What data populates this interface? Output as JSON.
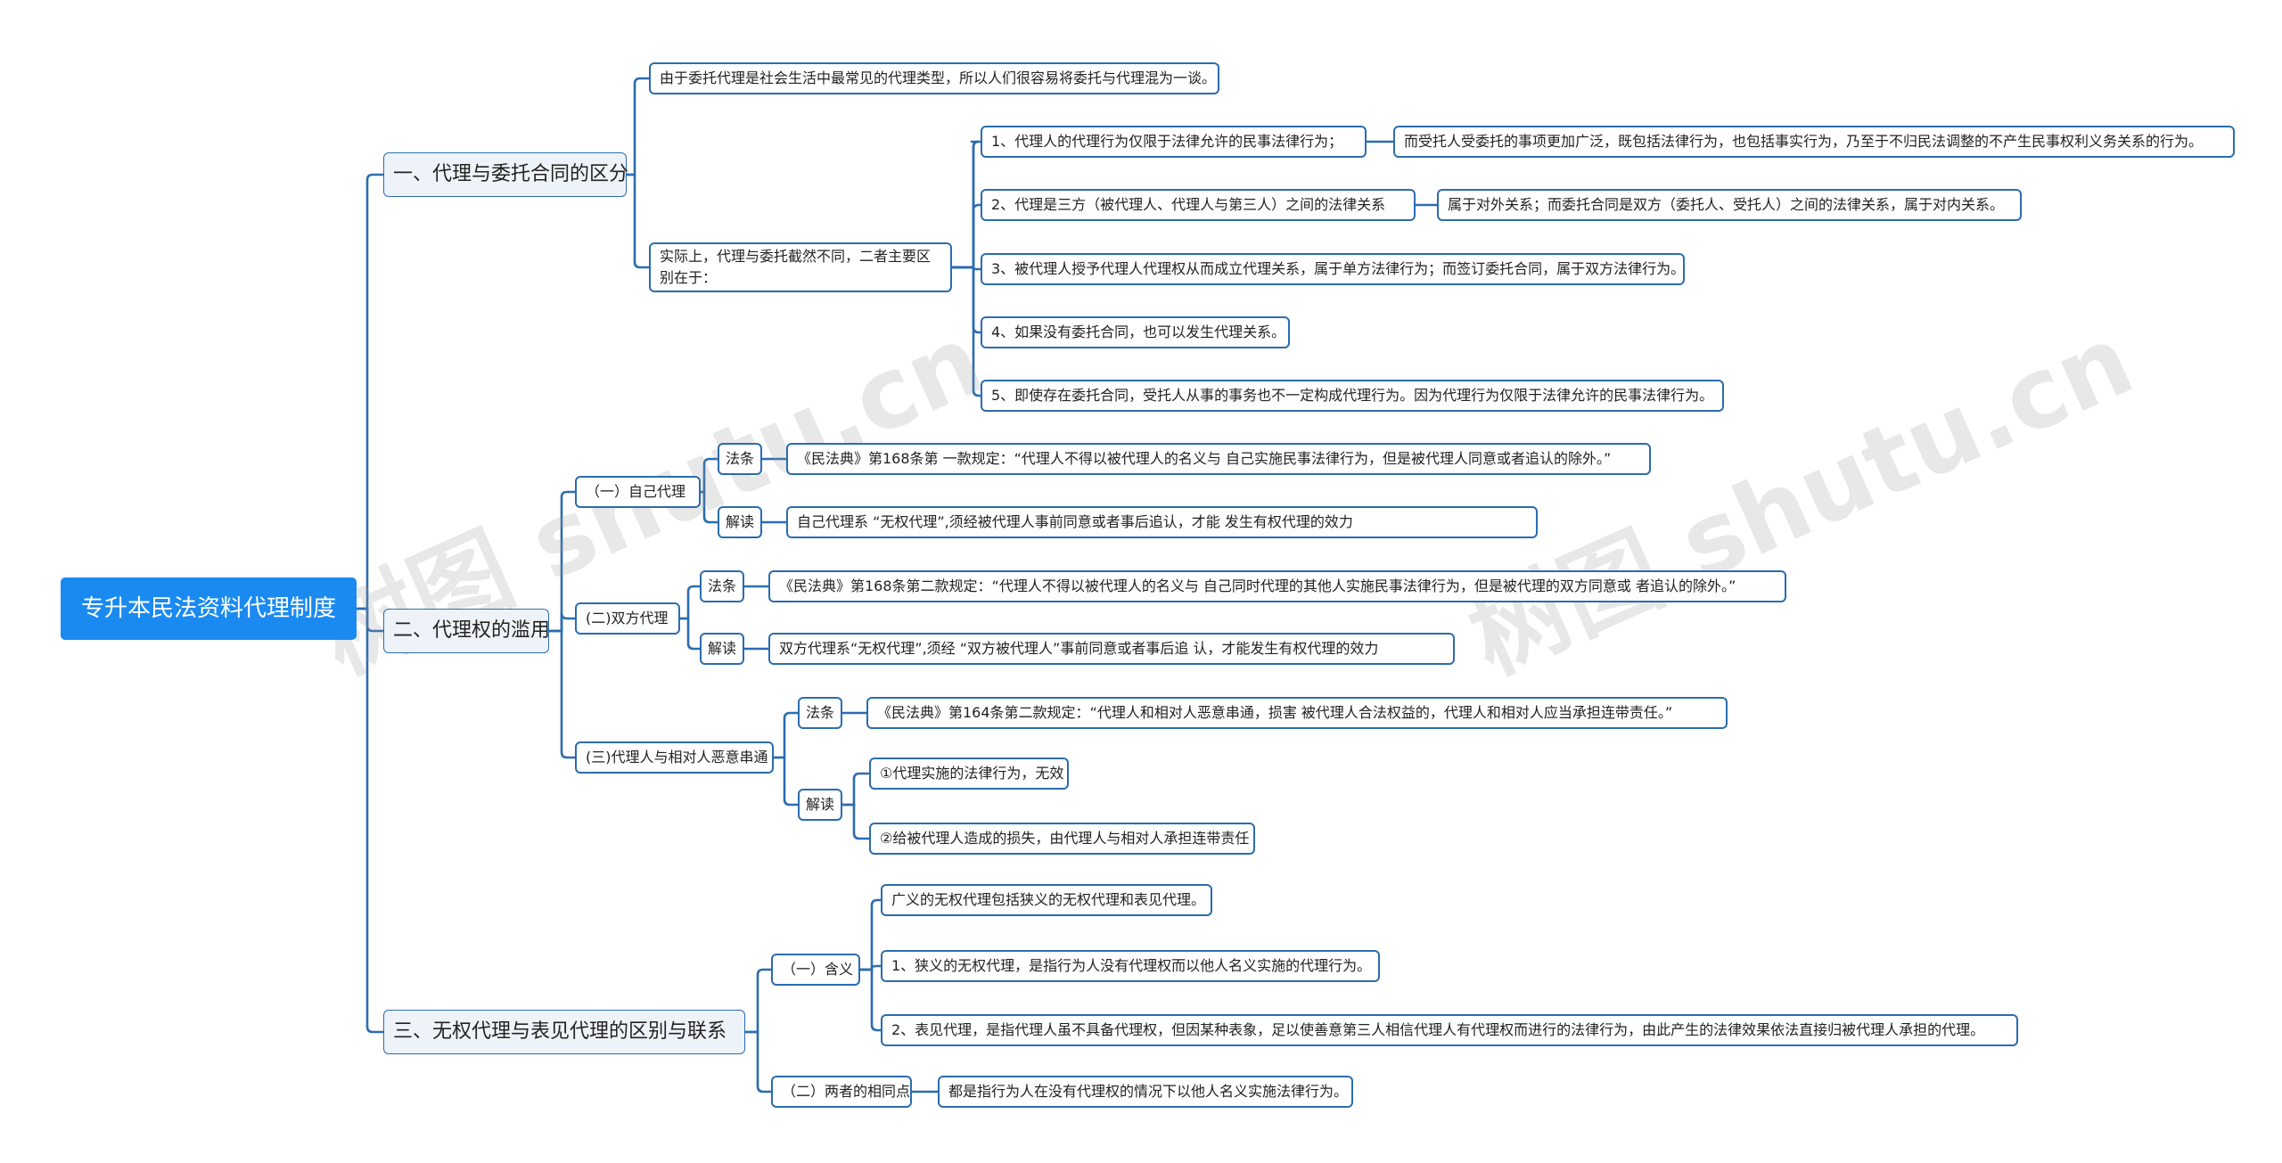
{
  "root": {
    "label": "专升本民法资料代理制度"
  },
  "watermark": "树图 shutu.cn",
  "colors": {
    "line": "#2b6cb0",
    "root_fill": "#1a8af0",
    "l1_fill": "#eef3f9"
  },
  "sections": {
    "s1": {
      "label": "一、代理与委托合同的区分",
      "intro": "由于委托代理是社会生活中最常见的代理类型，所以人们很容易将委托与代理混为一谈。",
      "diff_label": "实际上，代理与委托截然不同，二者主要区别在于：",
      "points": {
        "p1": "1、代理人的代理行为仅限于法律允许的民事法律行为；",
        "p1_note": "而受托人受委托的事项更加广泛，既包括法律行为，也包括事实行为，乃至于不归民法调整的不产生民事权利义务关系的行为。",
        "p2": "2、代理是三方（被代理人、代理人与第三人）之间的法律关系",
        "p2_note": "属于对外关系；而委托合同是双方（委托人、受托人）之间的法律关系，属于对内关系。",
        "p3": "3、被代理人授予代理人代理权从而成立代理关系，属于单方法律行为；而签订委托合同，属于双方法律行为。",
        "p4": "4、如果没有委托合同，也可以发生代理关系。",
        "p5": "5、即使存在委托合同，受托人从事的事务也不一定构成代理行为。因为代理行为仅限于法律允许的民事法律行为。"
      }
    },
    "s2": {
      "label": "二、代理权的滥用",
      "a": {
        "label": "（一）自己代理",
        "law_tag": "法条",
        "law": "《民法典》第168条第 一款规定：“代理人不得以被代理人的名义与 自己实施民事法律行为，但是被代理人同意或者追认的除外。”",
        "interp_tag": "解读",
        "interp": "自己代理系 “无权代理”,须经被代理人事前同意或者事后追认，才能 发生有权代理的效力"
      },
      "b": {
        "label": "(二)双方代理",
        "law_tag": "法条",
        "law": "《民法典》第168条第二款规定：“代理人不得以被代理人的名义与 自己同时代理的其他人实施民事法律行为，但是被代理的双方同意或 者追认的除外。”",
        "interp_tag": "解读",
        "interp": "双方代理系“无权代理”,须经 “双方被代理人”事前同意或者事后追 认，才能发生有权代理的效力"
      },
      "c": {
        "label": "(三)代理人与相对人恶意串通",
        "law_tag": "法条",
        "law": "《民法典》第164条第二款规定：“代理人和相对人恶意串通，损害 被代理人合法权益的，代理人和相对人应当承担连带责任。”",
        "interp_tag": "解读",
        "i1": "①代理实施的法律行为，无效",
        "i2": "②给被代理人造成的损失，由代理人与相对人承担连带责任"
      }
    },
    "s3": {
      "label": "三、无权代理与表见代理的区别与联系",
      "meaning": {
        "label": "（一）含义",
        "m0": "广义的无权代理包括狭义的无权代理和表见代理。",
        "m1": "1、狭义的无权代理，是指行为人没有代理权而以他人名义实施的代理行为。",
        "m2": "2、表见代理，是指代理人虽不具备代理权，但因某种表象，足以使善意第三人相信代理人有代理权而进行的法律行为，由此产生的法律效果依法直接归被代理人承担的代理。"
      },
      "common": {
        "label": "（二）两者的相同点",
        "text": "都是指行为人在没有代理权的情况下以他人名义实施法律行为。"
      }
    }
  }
}
